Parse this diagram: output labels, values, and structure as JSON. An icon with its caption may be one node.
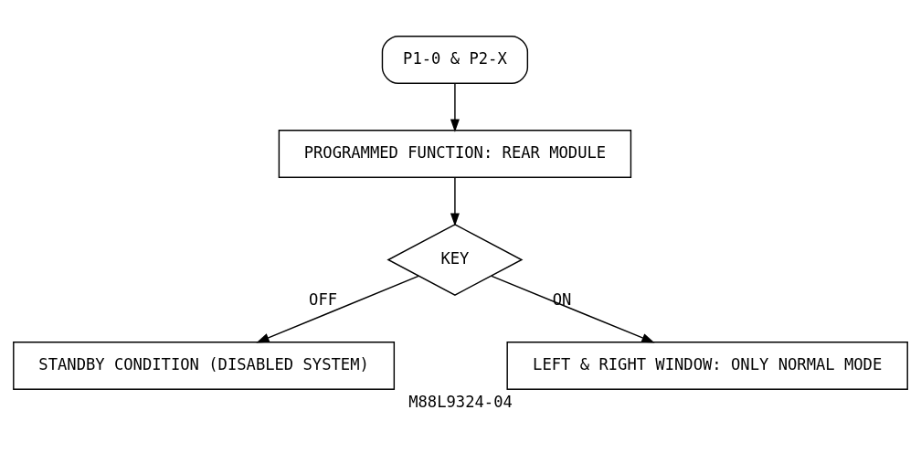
{
  "diagram": {
    "caption": "M88L9324-04",
    "nodes": [
      {
        "text": [
          "P1-0 & P2-X"
        ]
      },
      {
        "text": [
          "PROGRAMMED FUNCTION: REAR MODULE"
        ]
      },
      {
        "text": [
          "KEY"
        ]
      },
      {
        "text": [
          "STANDBY CONDITION (DISABLED SYSTEM)"
        ]
      },
      {
        "text": [
          "LEFT & RIGHT WINDOW: ONLY NORMAL MODE"
        ]
      }
    ],
    "edges": [
      {
        "from": 0,
        "to": 1,
        "arrow": "to"
      },
      {
        "from": 1,
        "to": 2,
        "arrow": "to"
      },
      {
        "from": 2,
        "to": 3,
        "arrow": "to",
        "label": "OFF"
      },
      {
        "from": 2,
        "to": 4,
        "arrow": "to",
        "label": "ON"
      }
    ]
  }
}
